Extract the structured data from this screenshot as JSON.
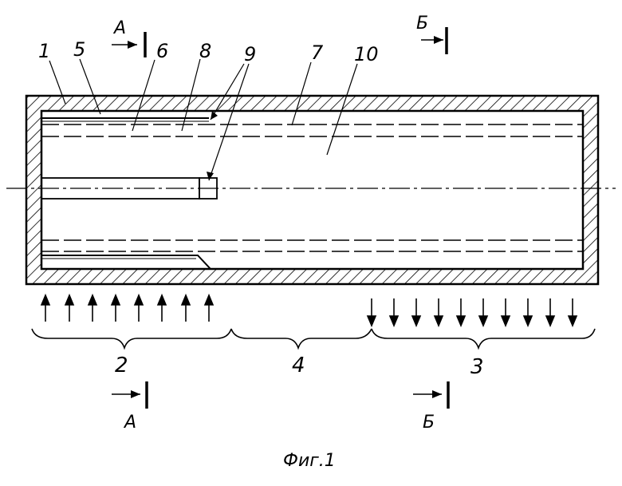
{
  "labels": {
    "l1": "1",
    "l5": "5",
    "l6": "6",
    "l8": "8",
    "l9": "9",
    "l7": "7",
    "l10": "10",
    "l2": "2",
    "l4": "4",
    "l3": "3"
  },
  "sections": {
    "a_top": "А",
    "b_top": "Б",
    "a_bottom": "А",
    "b_bottom": "Б"
  },
  "caption": "Фиг.1",
  "colors": {
    "ink": "#000000",
    "paper": "#ffffff"
  }
}
